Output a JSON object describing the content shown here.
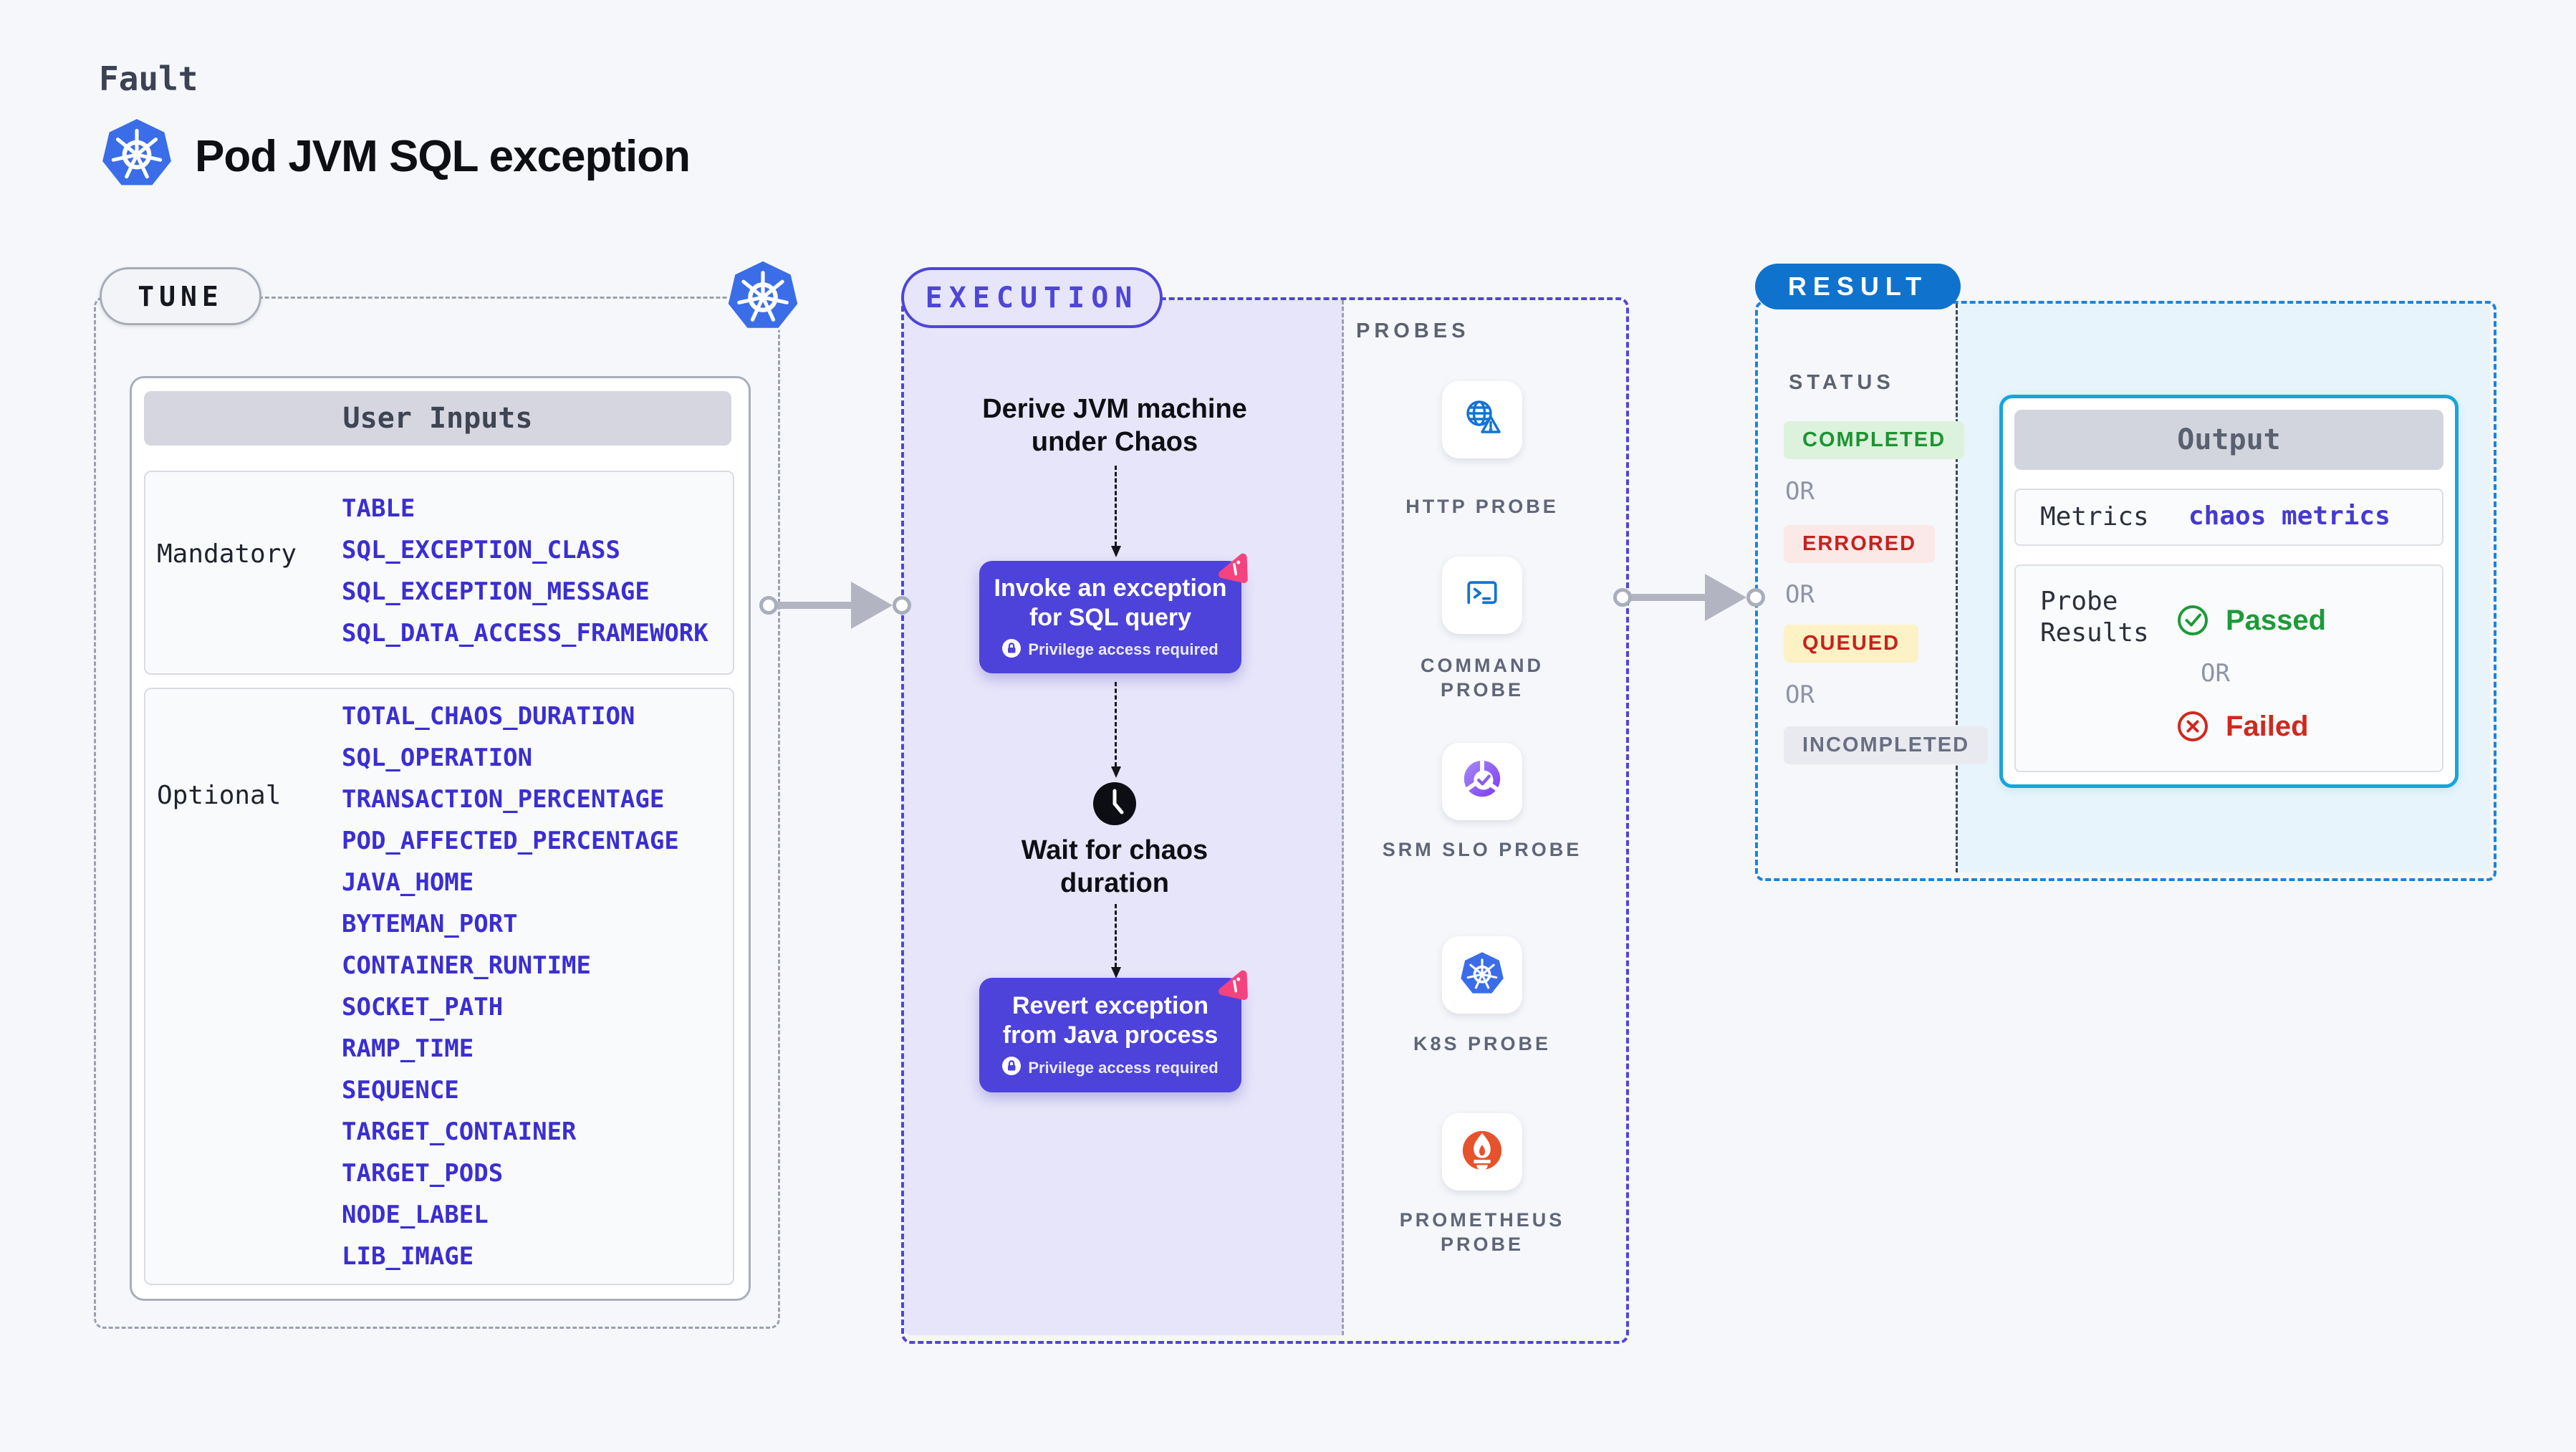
{
  "header": {
    "category": "Fault",
    "title": "Pod JVM SQL exception"
  },
  "tune": {
    "badge": "TUNE",
    "table_title": "User Inputs",
    "mandatory_label": "Mandatory",
    "mandatory_items": [
      "TABLE",
      "SQL_EXCEPTION_CLASS",
      "SQL_EXCEPTION_MESSAGE",
      "SQL_DATA_ACCESS_FRAMEWORK"
    ],
    "optional_label": "Optional",
    "optional_items": [
      "TOTAL_CHAOS_DURATION",
      "SQL_OPERATION",
      "TRANSACTION_PERCENTAGE",
      "POD_AFFECTED_PERCENTAGE",
      "JAVA_HOME",
      "BYTEMAN_PORT",
      "CONTAINER_RUNTIME",
      "SOCKET_PATH",
      "RAMP_TIME",
      "SEQUENCE",
      "TARGET_CONTAINER",
      "TARGET_PODS",
      "NODE_LABEL",
      "LIB_IMAGE"
    ]
  },
  "execution": {
    "badge": "EXECUTION",
    "derive_step": "Derive JVM machine under Chaos",
    "invoke_step": "Invoke an exception for SQL query",
    "wait_step": "Wait for chaos duration",
    "revert_step": "Revert exception from Java process",
    "privilege_note": "Privilege access required"
  },
  "probes": {
    "title": "PROBES",
    "items": [
      {
        "label": "HTTP PROBE",
        "icon": "globe-alert-icon"
      },
      {
        "label": "COMMAND PROBE",
        "icon": "terminal-icon"
      },
      {
        "label": "SRM SLO PROBE",
        "icon": "slo-donut-icon"
      },
      {
        "label": "K8S PROBE",
        "icon": "kubernetes-icon"
      },
      {
        "label": "PROMETHEUS PROBE",
        "icon": "prometheus-flame-icon"
      }
    ]
  },
  "result": {
    "badge": "RESULT",
    "status_label": "STATUS",
    "or_label": "OR",
    "statuses": [
      {
        "label": "COMPLETED",
        "text_color": "#1d9333",
        "bg_color": "#dcf2dc"
      },
      {
        "label": "ERRORED",
        "text_color": "#c5221e",
        "bg_color": "#fbe9e8"
      },
      {
        "label": "QUEUED",
        "text_color": "#c5221e",
        "bg_color": "#fdf1c6"
      },
      {
        "label": "INCOMPLETED",
        "text_color": "#696f82",
        "bg_color": "#e9eaf0"
      }
    ],
    "output": {
      "title": "Output",
      "metrics_label": "Metrics",
      "metrics_value": "chaos metrics",
      "probe_results_label": "Probe Results",
      "passed_label": "Passed",
      "failed_label": "Failed"
    }
  },
  "colors": {
    "indigo_accent": "#4d43da",
    "lavender_fill": "#e6e5f9",
    "kubernetes_blue": "#3b6de8",
    "result_blue": "#0f73cd",
    "result_dash_blue": "#1d83da",
    "output_cyan_border": "#17a5da",
    "output_cyan_bg": "#e7f4fb",
    "input_item_indigo": "#3a2ed3",
    "litmus_pink": "#f4437e",
    "passed_green": "#1d9a38",
    "failed_red": "#d0281e"
  }
}
